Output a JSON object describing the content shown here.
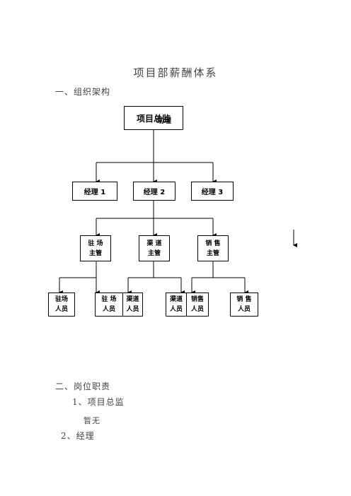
{
  "doc": {
    "title": "项目部薪酬体系",
    "section1": "一、组织架构",
    "section2": "二、岗位职责",
    "item1": "1、项目总监",
    "item1_note": "暂无",
    "item2": "2、经理"
  },
  "org": {
    "director": "项目总监",
    "assistant": "助理",
    "managers": [
      "经理 1",
      "经理 2",
      "经理 3"
    ],
    "supervisors": [
      {
        "line1": "驻 场",
        "line2": "主管"
      },
      {
        "line1": "渠 道",
        "line2": "主管"
      },
      {
        "line1": "销 售",
        "line2": "主管"
      }
    ],
    "staff": [
      {
        "line1": "驻场",
        "line2": "人员"
      },
      {
        "line1": "驻  场",
        "line2": "人员"
      },
      {
        "line1": "渠道",
        "line2": "人员"
      },
      {
        "line1": "渠道",
        "line2": "人员"
      },
      {
        "line1": "销售",
        "line2": "人员"
      },
      {
        "line1": "销 售",
        "line2": "人员"
      }
    ]
  }
}
